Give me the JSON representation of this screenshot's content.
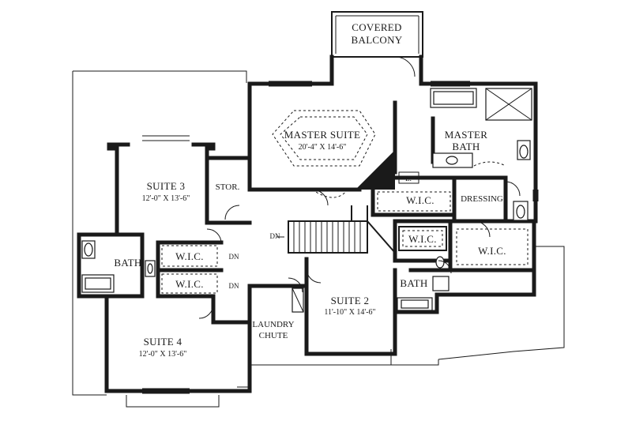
{
  "rooms": {
    "covered_balcony": {
      "line1": "COVERED",
      "line2": "BALCONY"
    },
    "master_suite": {
      "name": "MASTER SUITE",
      "dims": "20'-4\" X 14'-6\""
    },
    "master_bath": {
      "line1": "MASTER",
      "line2": "BATH"
    },
    "suite3": {
      "name": "SUITE 3",
      "dims": "12'-0\" X 13'-6\""
    },
    "suite4": {
      "name": "SUITE 4",
      "dims": "12'-0\" X 13'-6\""
    },
    "suite2": {
      "name": "SUITE 2",
      "dims": "11'-10\" X 14'-6\""
    },
    "stor": "STOR.",
    "wic_master": "W.I.C.",
    "wic_master_right": "W.I.C.",
    "dressing": "DRESSING",
    "wic_suite2": "W.I.C.",
    "wic_suite3": "W.I.C.",
    "wic_suite4": "W.I.C.",
    "bath_left": "BATH",
    "bath_right": "BATH",
    "linen": "L.",
    "laundry_chute": {
      "line1": "LAUNDRY",
      "line2": "CHUTE"
    }
  },
  "stairs": {
    "dn_hall": "DN",
    "dn_upper": "DN",
    "dn_lower": "DN"
  }
}
